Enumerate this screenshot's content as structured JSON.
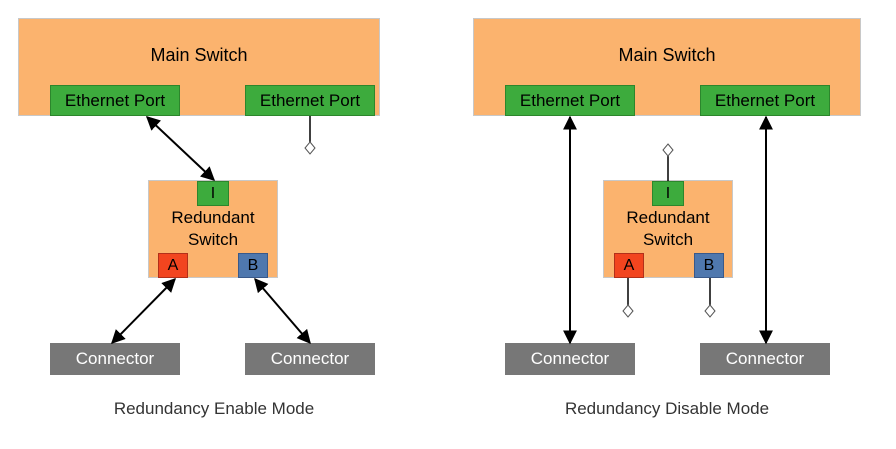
{
  "left": {
    "main_switch": {
      "title": "Main Switch",
      "ports": [
        "Ethernet Port",
        "Ethernet Port"
      ]
    },
    "redundant": {
      "line1": "Redundant",
      "line2": "Switch",
      "in": "I",
      "a": "A",
      "b": "B"
    },
    "connectors": [
      "Connector",
      "Connector"
    ],
    "caption": "Redundancy Enable Mode"
  },
  "right": {
    "main_switch": {
      "title": "Main Switch",
      "ports": [
        "Ethernet Port",
        "Ethernet Port"
      ]
    },
    "redundant": {
      "line1": "Redundant",
      "line2": "Switch",
      "in": "I",
      "a": "A",
      "b": "B"
    },
    "connectors": [
      "Connector",
      "Connector"
    ],
    "caption": "Redundancy Disable Mode"
  },
  "colors": {
    "switch_fill": "#fbb36e",
    "port_green": "#3dab3d",
    "pin_a_red": "#f2451f",
    "pin_b_blue": "#4f78ae",
    "connector_gray": "#777777"
  }
}
